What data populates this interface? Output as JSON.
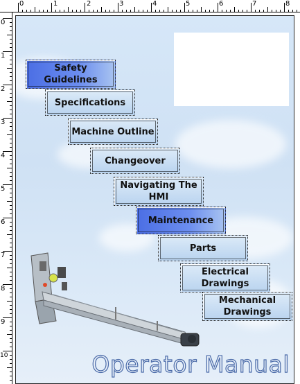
{
  "ruler": {
    "top_labels": [
      "0",
      "1",
      "2",
      "3",
      "4",
      "5",
      "6",
      "7",
      "8"
    ],
    "left_labels": [
      "0",
      "1",
      "2",
      "3",
      "4",
      "5",
      "6",
      "7",
      "8",
      "9",
      "10"
    ]
  },
  "nav": {
    "items": [
      {
        "label": "Safety Guidelines",
        "selected": true
      },
      {
        "label": "Specifications",
        "selected": false
      },
      {
        "label": "Machine Outline",
        "selected": false
      },
      {
        "label": "Changeover",
        "selected": false
      },
      {
        "label": "Navigating The HMI",
        "selected": false
      },
      {
        "label": "Maintenance",
        "selected": true
      },
      {
        "label": "Parts",
        "selected": false
      },
      {
        "label": "Electrical Drawings",
        "selected": false
      },
      {
        "label": "Mechanical Drawings",
        "selected": false
      }
    ]
  },
  "title": "Operator Manual",
  "colors": {
    "selected": "#4b6ee4",
    "button": "#c7dcf2",
    "title_stroke": "#4a6aa8"
  }
}
